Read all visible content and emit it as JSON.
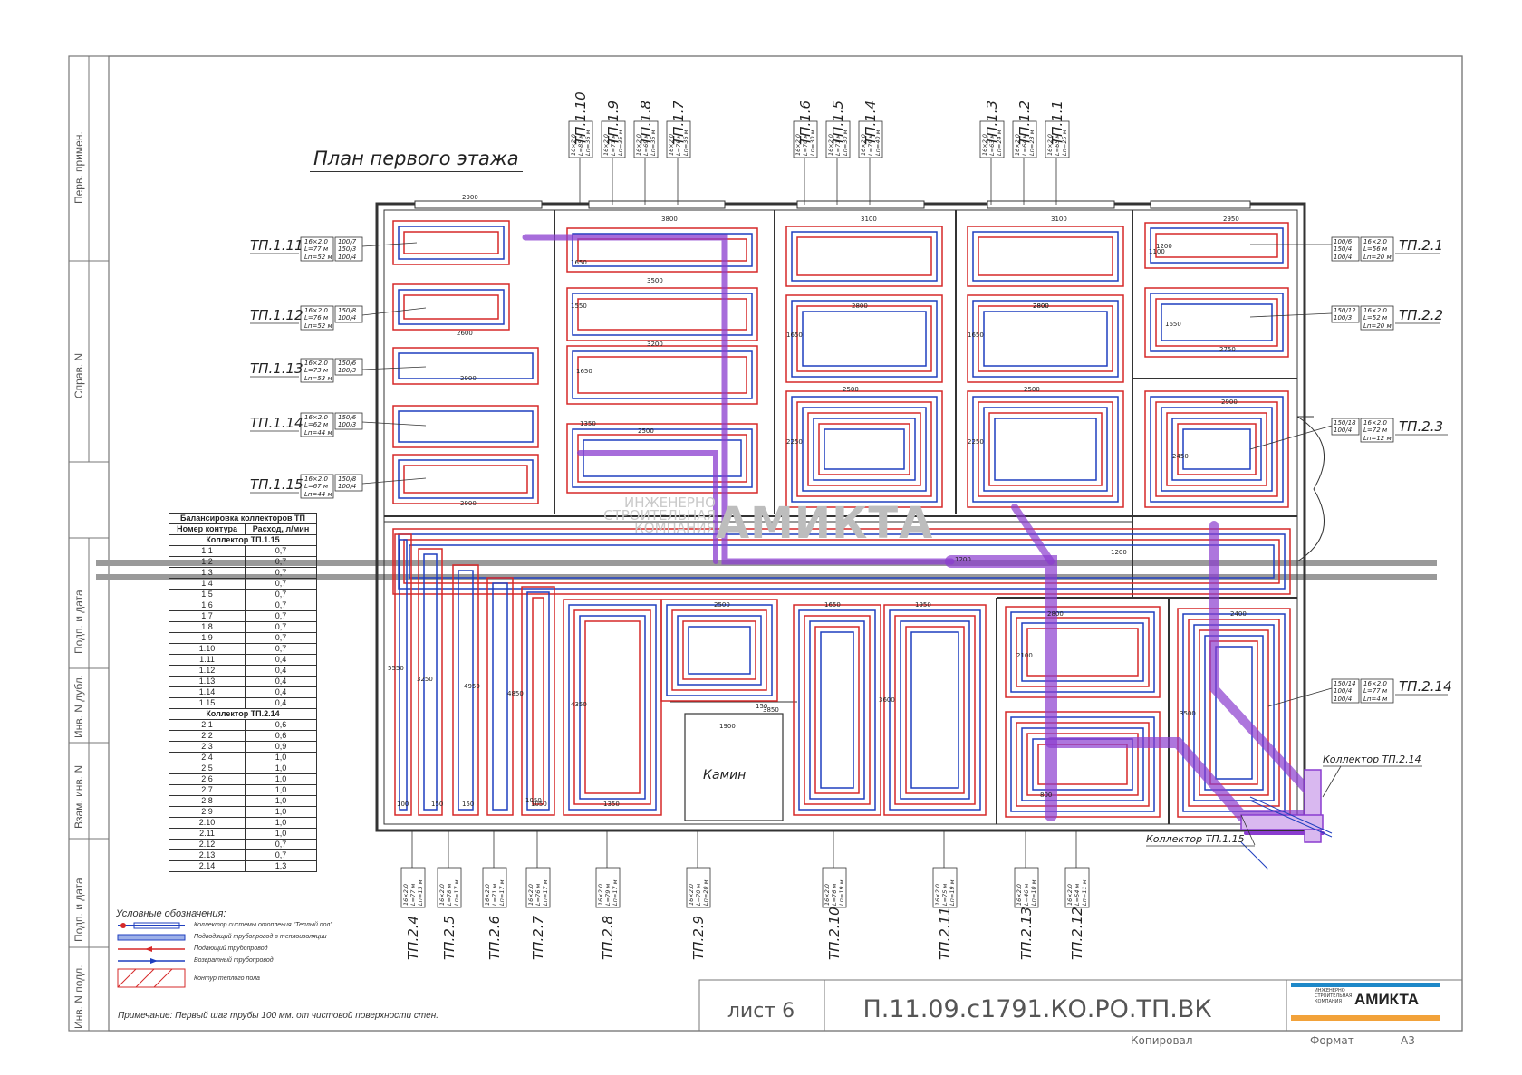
{
  "title": "План первого этажа",
  "watermark": {
    "small": [
      "ИНЖЕНЕРНО",
      "СТРОИТЕЛЬНАЯ",
      "КОМПАНИЯ"
    ],
    "big": "АМИКТА"
  },
  "side_labels": [
    "Перв. примен.",
    "Справ. N",
    "Подп. и дата",
    "Инв. N дубл.",
    "Взам. инв. N",
    "Подп. и дата",
    "Инв. N подл."
  ],
  "table": {
    "title": "Балансировка коллекторов ТП",
    "headers": [
      "Номер контура",
      "Расход, л/мин"
    ],
    "groups": [
      {
        "name": "Коллектор ТП.1.15",
        "rows": [
          [
            "1.1",
            "0,7"
          ],
          [
            "1.2",
            "0,7"
          ],
          [
            "1.3",
            "0,7"
          ],
          [
            "1.4",
            "0,7"
          ],
          [
            "1.5",
            "0,7"
          ],
          [
            "1.6",
            "0,7"
          ],
          [
            "1.7",
            "0,7"
          ],
          [
            "1.8",
            "0,7"
          ],
          [
            "1.9",
            "0,7"
          ],
          [
            "1.10",
            "0,7"
          ],
          [
            "1.11",
            "0,4"
          ],
          [
            "1.12",
            "0,4"
          ],
          [
            "1.13",
            "0,4"
          ],
          [
            "1.14",
            "0,4"
          ],
          [
            "1.15",
            "0,4"
          ]
        ]
      },
      {
        "name": "Коллектор ТП.2.14",
        "rows": [
          [
            "2.1",
            "0,6"
          ],
          [
            "2.2",
            "0,6"
          ],
          [
            "2.3",
            "0,9"
          ],
          [
            "2.4",
            "1,0"
          ],
          [
            "2.5",
            "1,0"
          ],
          [
            "2.6",
            "1,0"
          ],
          [
            "2.7",
            "1,0"
          ],
          [
            "2.8",
            "1,0"
          ],
          [
            "2.9",
            "1,0"
          ],
          [
            "2.10",
            "1,0"
          ],
          [
            "2.11",
            "1,0"
          ],
          [
            "2.12",
            "0,7"
          ],
          [
            "2.13",
            "0,7"
          ],
          [
            "2.14",
            "1,3"
          ]
        ]
      }
    ]
  },
  "legend": {
    "title": "Условные обозначения:",
    "items": [
      "Коллектор системы отопления \"Теплый пол\"",
      "Подводящий трубопровод в теплоизоляции",
      "Подающий трубопровод",
      "Возвратный трубопровод",
      "Контур теплого пола"
    ]
  },
  "note": "Примечание: Первый шаг трубы 100 мм. от чистовой поверхности стен.",
  "stamp": {
    "sheet": "лист 6",
    "code": "П.11.09.с1791.КО.РО.ТП.ВК",
    "copied": "Копировал",
    "format_label": "Формат",
    "format_value": "А3",
    "logo": "АМИКТА",
    "logo_small": "ИНЖЕНЕРНО СТРОИТЕЛЬНАЯ КОМПАНИЯ"
  },
  "fireplace": "Камин",
  "collectors": [
    "Коллектор ТП.2.14",
    "Коллектор ТП.1.15"
  ],
  "left_labels": [
    {
      "id": "ТП.1.11",
      "a": "16×2.0",
      "b": "L=77 м",
      "c": "Lп=52 м",
      "d": "100/7",
      "e": "150/3",
      "f": "100/4"
    },
    {
      "id": "ТП.1.12",
      "a": "16×2.0",
      "b": "L=76 м",
      "c": "Lп=52 м",
      "d": "150/8",
      "e": "100/4",
      "f": ""
    },
    {
      "id": "ТП.1.13",
      "a": "16×2.0",
      "b": "L=73 м",
      "c": "Lп=53 м",
      "d": "150/6",
      "e": "100/3",
      "f": ""
    },
    {
      "id": "ТП.1.14",
      "a": "16×2.0",
      "b": "L=62 м",
      "c": "Lп=44 м",
      "d": "150/6",
      "e": "100/3",
      "f": ""
    },
    {
      "id": "ТП.1.15",
      "a": "16×2.0",
      "b": "L=67 м",
      "c": "Lп=44 м",
      "d": "150/8",
      "e": "100/4",
      "f": ""
    }
  ],
  "right_labels": [
    {
      "id": "ТП.2.1",
      "a": "16×2.0",
      "b": "L=56 м",
      "c": "Lп=20 м",
      "d": "100/6",
      "e": "150/4",
      "f": "100/4"
    },
    {
      "id": "ТП.2.2",
      "a": "16×2.0",
      "b": "L=52 м",
      "c": "Lп=20 м",
      "d": "150/12",
      "e": "100/3",
      "f": ""
    },
    {
      "id": "ТП.2.3",
      "a": "16×2.0",
      "b": "L=72 м",
      "c": "Lп=12 м",
      "d": "150/18",
      "e": "100/4",
      "f": ""
    },
    {
      "id": "ТП.2.14",
      "a": "16×2.0",
      "b": "L=77 м",
      "c": "Lп=4 м",
      "d": "150/14",
      "e": "100/4",
      "f": "100/4"
    }
  ],
  "top_labels": [
    "ТП.1.10",
    "ТП.1.9",
    "ТП.1.8",
    "ТП.1.7",
    "ТП.1.6",
    "ТП.1.5",
    "ТП.1.4",
    "ТП.1.3",
    "ТП.1.2",
    "ТП.1.1"
  ],
  "top_specs": [
    [
      "16×2.0",
      "L=85 м",
      "Lп=36 м"
    ],
    [
      "16×2.0",
      "L=71 м",
      "Lп=35 м"
    ],
    [
      "16×2.0",
      "L=69 м",
      "Lп=35 м"
    ],
    [
      "16×2.0",
      "L=76 м",
      "Lп=36 м"
    ],
    [
      "16×2.0",
      "L=70 м",
      "Lп=30 м"
    ],
    [
      "16×2.0",
      "L=71 м",
      "Lп=30 м"
    ],
    [
      "16×2.0",
      "L=79 м",
      "Lп=40 м"
    ],
    [
      "16×2.0",
      "L=63 м",
      "Lп=24 м"
    ],
    [
      "16×2.0",
      "L=64 м",
      "Lп=23 м"
    ],
    [
      "16×2.0",
      "L=65 м",
      "Lп=25 м"
    ]
  ],
  "bottom_labels": [
    "ТП.2.4",
    "ТП.2.5",
    "ТП.2.6",
    "ТП.2.7",
    "ТП.2.8",
    "ТП.2.9",
    "ТП.2.10",
    "ТП.2.11",
    "ТП.2.13",
    "ТП.2.12"
  ],
  "bottom_specs": [
    [
      "16×2.0",
      "L=77 м",
      "Lп=13 м"
    ],
    [
      "16×2.0",
      "L=78 м",
      "Lп=17 м"
    ],
    [
      "16×2.0",
      "L=71 м",
      "Lп=17 м"
    ],
    [
      "16×2.0",
      "L=76 м",
      "Lп=17 м"
    ],
    [
      "16×2.0",
      "L=79 м",
      "Lп=17 м"
    ],
    [
      "16×2.0",
      "L=70 м",
      "Lп=20 м"
    ],
    [
      "16×2.0",
      "L=76 м",
      "Lп=19 м"
    ],
    [
      "16×2.0",
      "L=75 м",
      "Lп=19 м"
    ],
    [
      "16×2.0",
      "L=46 м",
      "Lп=10 м"
    ],
    [
      "16×2.0",
      "L=54 м",
      "Lп=11 м"
    ]
  ],
  "dims": [
    "2900",
    "3800",
    "3100",
    "3100",
    "2950",
    "2800",
    "2600",
    "2900",
    "2900",
    "2500",
    "3500",
    "3200",
    "2800",
    "2800",
    "2750",
    "2500",
    "2500",
    "2900",
    "2500",
    "1650",
    "1950",
    "2800",
    "2400",
    "1900",
    "150",
    "5550",
    "3250",
    "4950",
    "4850",
    "4350",
    "3850",
    "3600",
    "2450",
    "2250",
    "2250",
    "1650",
    "1650",
    "2100",
    "3500",
    "1200",
    "1650",
    "1200",
    "1100",
    "1650",
    "1550",
    "1650",
    "1350",
    "1050",
    "1200",
    "800",
    "100",
    "150",
    "150",
    "1050",
    "1350"
  ],
  "colors": {
    "supply": "#d62828",
    "return": "#1f3fbf",
    "manifold": "#8a3ccf",
    "wall": "#333333",
    "grey_band": "#9a9a9a"
  }
}
